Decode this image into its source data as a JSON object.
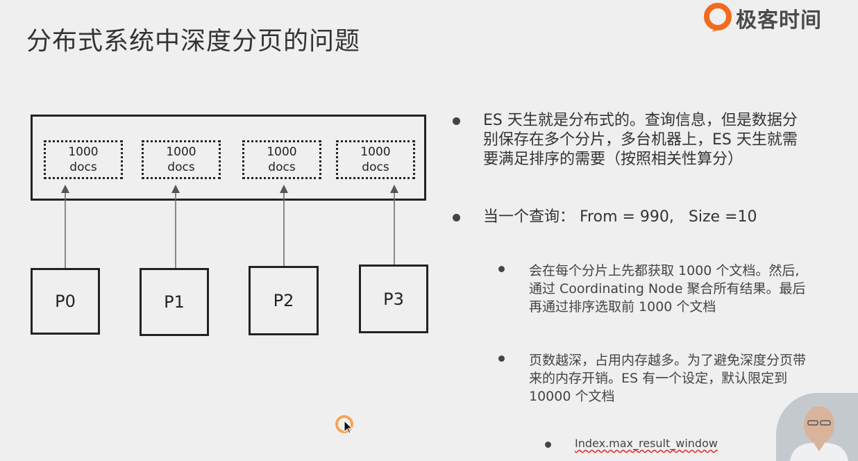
{
  "slide": {
    "title": "分布式系统中深度分页的问题",
    "brand": "极客时间"
  },
  "diagram": {
    "doc_boxes": [
      {
        "count": "1000",
        "unit": "docs"
      },
      {
        "count": "1000",
        "unit": "docs"
      },
      {
        "count": "1000",
        "unit": "docs"
      },
      {
        "count": "1000",
        "unit": "docs"
      }
    ],
    "shards": [
      "P0",
      "P1",
      "P2",
      "P3"
    ]
  },
  "bullets": {
    "b1": [
      "ES 天生就是分布式的。查询信息，但是数据分",
      "别保存在多个分片，多台机器上，ES 天生就需",
      "要满足排序的需要（按照相关性算分）"
    ],
    "b2": "当一个查询： From = 990,   Size =10",
    "s1": [
      "会在每个分片上先都获取 1000 个文档。然后,",
      "通过 Coordinating Node 聚合所有结果。最后",
      "再通过排序选取前 1000 个文档"
    ],
    "s2": [
      "页数越深，占用内存越多。为了避免深度分页带",
      "来的内存开销。ES 有一个设定，默认限定到",
      "10000 个文档"
    ],
    "s3": "Index.max_result_window"
  },
  "colors": {
    "brand_orange": "#f26b1d",
    "background": "#efefef"
  }
}
